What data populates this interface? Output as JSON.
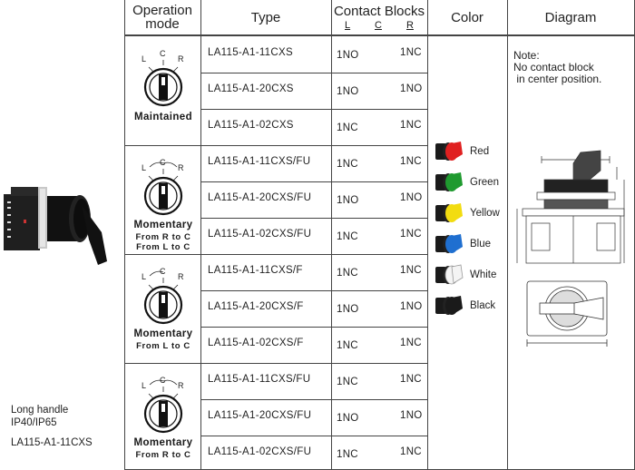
{
  "headers": {
    "operation_mode": [
      "Operation",
      "mode"
    ],
    "type": "Type",
    "contact_blocks": "Contact Blocks",
    "contact_positions": [
      "L",
      "C",
      "R"
    ],
    "color": "Color",
    "diagram": "Diagram"
  },
  "modes": [
    {
      "title": "Maintained",
      "sub": [],
      "pos_labels": [
        "L",
        "C",
        "R"
      ]
    },
    {
      "title": "Momentary",
      "sub": [
        "From R to C",
        "From L to C"
      ],
      "pos_labels": [
        "L",
        "C",
        "R"
      ]
    },
    {
      "title": "Momentary",
      "sub": [
        "From L to C"
      ],
      "pos_labels": [
        "L",
        "C",
        "R"
      ]
    },
    {
      "title": "Momentary",
      "sub": [
        "From R to C"
      ],
      "pos_labels": [
        "L",
        "C",
        "R"
      ]
    }
  ],
  "rows": [
    {
      "type": "LA115-A1-11CXS",
      "left": "1NO",
      "right": "1NC"
    },
    {
      "type": "LA115-A1-20CXS",
      "left": "1NO",
      "right": "1NO"
    },
    {
      "type": "LA115-A1-02CXS",
      "left": "1NC",
      "right": "1NC"
    },
    {
      "type": "LA115-A1-11CXS/FU",
      "left": "1NC",
      "right": "1NC"
    },
    {
      "type": "LA115-A1-20CXS/FU",
      "left": "1NO",
      "right": "1NO"
    },
    {
      "type": "LA115-A1-02CXS/FU",
      "left": "1NC",
      "right": "1NC"
    },
    {
      "type": "LA115-A1-11CXS/F",
      "left": "1NC",
      "right": "1NC"
    },
    {
      "type": "LA115-A1-20CXS/F",
      "left": "1NO",
      "right": "1NO"
    },
    {
      "type": "LA115-A1-02CXS/F",
      "left": "1NC",
      "right": "1NC"
    },
    {
      "type": "LA115-A1-11CXS/FU",
      "left": "1NC",
      "right": "1NC"
    },
    {
      "type": "LA115-A1-20CXS/FU",
      "left": "1NO",
      "right": "1NO"
    },
    {
      "type": "LA115-A1-02CXS/FU",
      "left": "1NC",
      "right": "1NC"
    }
  ],
  "colors": [
    {
      "label": "Red",
      "hex": "#e02020"
    },
    {
      "label": "Green",
      "hex": "#1f9a2f"
    },
    {
      "label": "Yellow",
      "hex": "#f2dc10"
    },
    {
      "label": "Blue",
      "hex": "#1f6fd0"
    },
    {
      "label": "White",
      "hex": "#f4f4f4"
    },
    {
      "label": "Black",
      "hex": "#1a1a1a"
    }
  ],
  "note": "Note:\nNo contact block\n in center position.",
  "product": {
    "line1": "Long handle",
    "line2": "IP40/IP65",
    "line3": "LA115-A1-11CXS"
  }
}
